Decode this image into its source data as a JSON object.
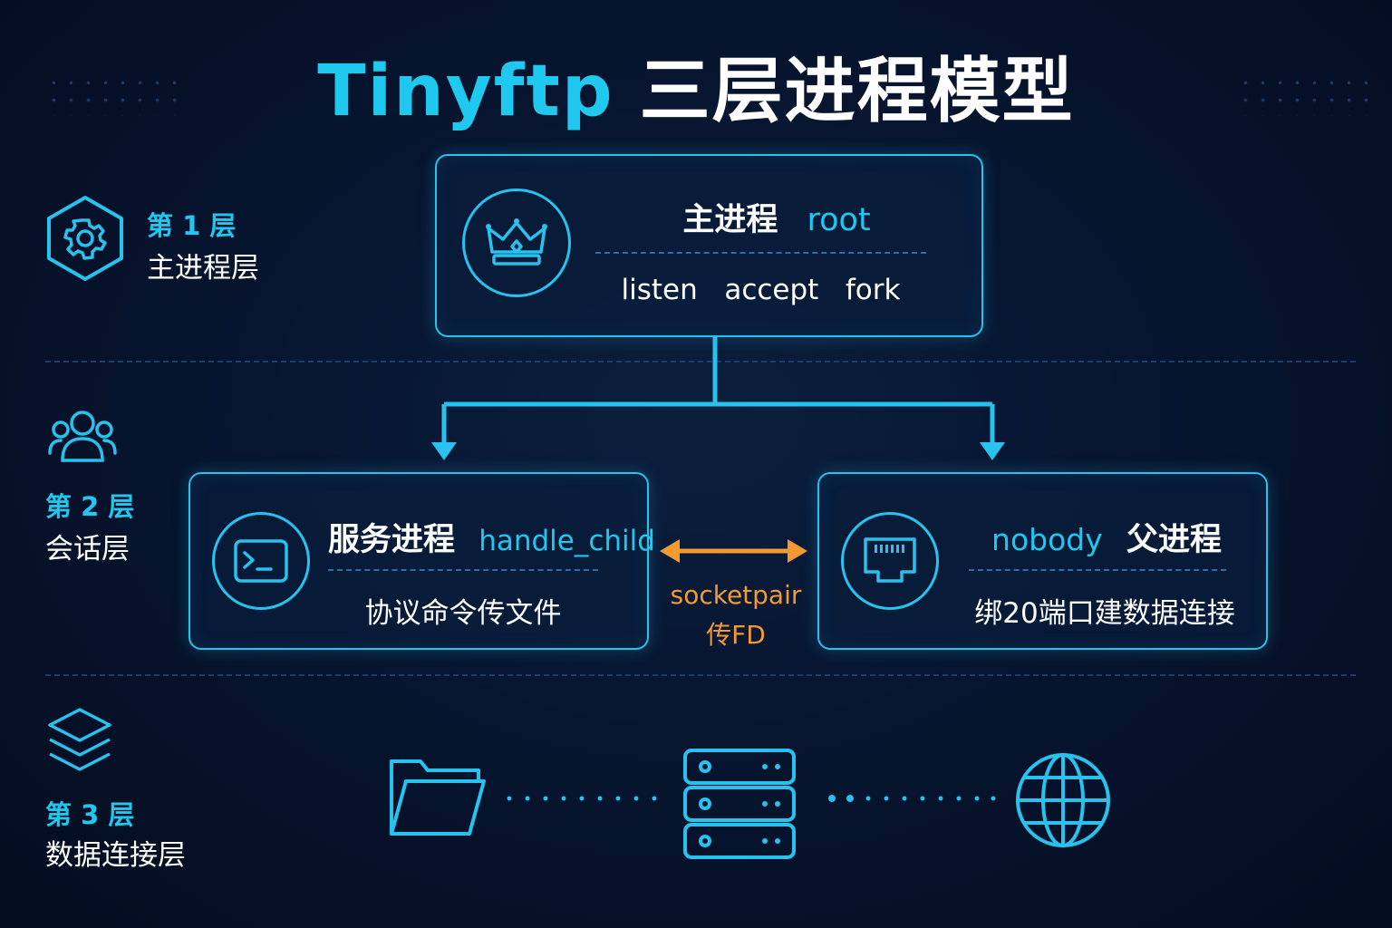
{
  "title": {
    "en": "Tinyftp",
    "zh": "三层进程模型"
  },
  "layers": [
    {
      "num": "第 1 层",
      "name": "主进程层"
    },
    {
      "num": "第 2 层",
      "name": "会话层"
    },
    {
      "num": "第 3 层",
      "name": "数据连接层"
    }
  ],
  "main_process": {
    "name": "主进程",
    "user": "root",
    "actions": "listen   accept   fork"
  },
  "service_process": {
    "name": "服务进程",
    "func": "handle_child",
    "desc": "协议命令传文件"
  },
  "nobody_process": {
    "user": "nobody",
    "name": "父进程",
    "desc": "绑20端口建数据连接"
  },
  "link": {
    "line1": "socketpair",
    "line2": "传FD"
  },
  "icons": {
    "layer1": "gear-icon",
    "layer2": "users-icon",
    "layer3": "layers-icon",
    "main": "crown-icon",
    "service": "terminal-icon",
    "nobody": "ethernet-port-icon",
    "data_row": [
      "folder-icon",
      "server-icon",
      "globe-icon"
    ]
  },
  "colors": {
    "accent": "#1fc8ef",
    "arrow": "#f39a35",
    "background": "#071530"
  }
}
